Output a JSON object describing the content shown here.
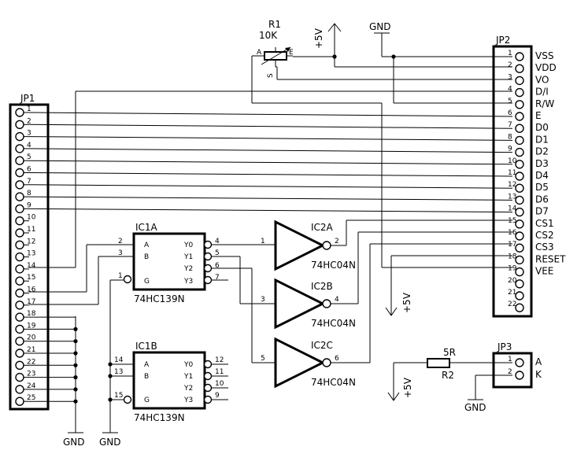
{
  "jp1": {
    "title": "JP1",
    "pins": [
      "1",
      "2",
      "3",
      "4",
      "5",
      "6",
      "7",
      "8",
      "9",
      "10",
      "11",
      "12",
      "13",
      "14",
      "15",
      "16",
      "17",
      "18",
      "19",
      "20",
      "21",
      "22",
      "23",
      "24",
      "25"
    ]
  },
  "jp2": {
    "title": "JP2",
    "pins": [
      "1",
      "2",
      "3",
      "4",
      "5",
      "6",
      "7",
      "8",
      "9",
      "10",
      "11",
      "12",
      "13",
      "14",
      "15",
      "16",
      "17",
      "18",
      "19",
      "20",
      "21",
      "22"
    ],
    "signals": [
      "VSS",
      "VDD",
      "VO",
      "D/I",
      "R/W",
      "E",
      "D0",
      "D1",
      "D2",
      "D3",
      "D4",
      "D5",
      "D6",
      "D7",
      "CS1",
      "CS2",
      "CS3",
      "RESET",
      "VEE"
    ]
  },
  "jp3": {
    "title": "JP3",
    "pins": [
      "1",
      "2"
    ],
    "signals": [
      "A",
      "K"
    ]
  },
  "r1": {
    "name": "R1",
    "value": "10K",
    "pin_a": "A",
    "pin_e": "E",
    "pin_s": "S"
  },
  "r2": {
    "name": "R2",
    "value": "5R"
  },
  "ic1a": {
    "name": "IC1A",
    "part": "74HC139N",
    "inputs": [
      "A",
      "B",
      "G"
    ],
    "outputs": [
      "Y0",
      "Y1",
      "Y2",
      "Y3"
    ],
    "in_pins": [
      "2",
      "3",
      "1"
    ],
    "out_pins": [
      "4",
      "5",
      "6",
      "7"
    ]
  },
  "ic1b": {
    "name": "IC1B",
    "part": "74HC139N",
    "inputs": [
      "A",
      "B",
      "G"
    ],
    "outputs": [
      "Y0",
      "Y1",
      "Y2",
      "Y3"
    ],
    "in_pins": [
      "14",
      "13",
      "15"
    ],
    "out_pins": [
      "12",
      "11",
      "10",
      "9"
    ]
  },
  "ic2a": {
    "name": "IC2A",
    "part": "74HC04N",
    "in_pin": "1",
    "out_pin": "2"
  },
  "ic2b": {
    "name": "IC2B",
    "part": "74HC04N",
    "in_pin": "3",
    "out_pin": "4"
  },
  "ic2c": {
    "name": "IC2C",
    "part": "74HC04N",
    "in_pin": "5",
    "out_pin": "6"
  },
  "power": {
    "vcc": "+5V",
    "gnd": "GND"
  }
}
